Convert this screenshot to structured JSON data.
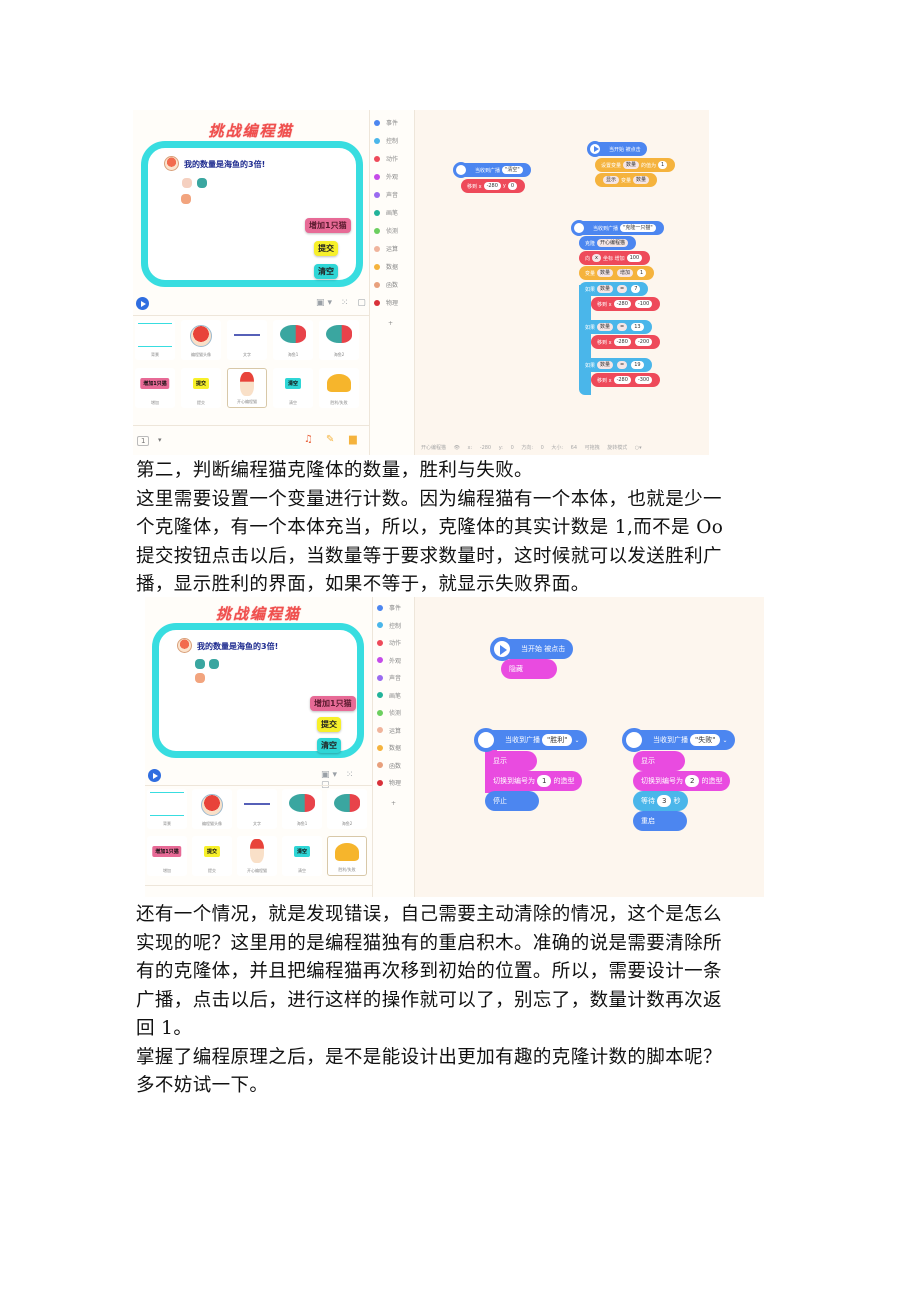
{
  "screenshot1": {
    "stage": {
      "title": "挑战编程猫",
      "prompt": "我的数量是海鱼的3倍!",
      "buttons": {
        "add": "增加1只猫",
        "submit": "提交",
        "clear": "清空"
      },
      "tools": "▣▾ ⁙ ▢"
    },
    "sprites": [
      {
        "label": "背景",
        "kind": "stage"
      },
      {
        "label": "编程猫头像",
        "kind": "avatar"
      },
      {
        "label": "文字",
        "kind": "text"
      },
      {
        "label": "海鱼1",
        "kind": "fish"
      },
      {
        "label": "海鱼2",
        "kind": "fish"
      },
      {
        "label": "增加",
        "kind": "pill-pink",
        "thumb": "增加1只猫"
      },
      {
        "label": "提交",
        "kind": "pill-yellow",
        "thumb": "提交"
      },
      {
        "label": "开心编程猫",
        "kind": "cat",
        "selected": true
      },
      {
        "label": "清空",
        "kind": "pill-cyan",
        "thumb": "清空"
      },
      {
        "label": "胜利/失败",
        "kind": "badge"
      }
    ],
    "footer": {
      "page": "1",
      "page_arrow": "▾"
    },
    "categories": [
      {
        "label": "事件",
        "color": "#4c86f0"
      },
      {
        "label": "控制",
        "color": "#4ab6ea"
      },
      {
        "label": "动作",
        "color": "#ee4a5a"
      },
      {
        "label": "外观",
        "color": "#c54be9"
      },
      {
        "label": "声音",
        "color": "#9a6bf0"
      },
      {
        "label": "画笔",
        "color": "#22b39a"
      },
      {
        "label": "侦测",
        "color": "#6ccf5f"
      },
      {
        "label": "运算",
        "color": "#f0b49c"
      },
      {
        "label": "数据",
        "color": "#f5b33d"
      },
      {
        "label": "函数",
        "color": "#e8a07c"
      },
      {
        "label": "物理",
        "color": "#d9313a"
      }
    ],
    "add_extension": "+",
    "status_bar": "开心编程猫 👁 x: -280 y: 0 方向: 0 大小: 64 可拖拽 旋转模式 ○▾",
    "scripts": {
      "clear_hat": {
        "label": "当收到广播",
        "value": "\"清空\""
      },
      "clear_move": {
        "label": "移到 x",
        "x": "-280",
        "ylabel": "y",
        "y": "0"
      },
      "start_hat": {
        "label": "当开始 被点击"
      },
      "start_set": {
        "label": "设置变量",
        "var": "数量",
        "mid": "的值为",
        "value": "1"
      },
      "start_show": {
        "label": "显示",
        "mid": "变量",
        "var": "数量"
      },
      "clone_hat": {
        "label": "当收到广播",
        "value": "\"克隆一只猫\""
      },
      "clone_clone": {
        "label": "克隆",
        "value": "开心编程猫"
      },
      "clone_move": {
        "label": "向",
        "dir": "x",
        "mid": "坐标 增加",
        "value": "100"
      },
      "clone_change": {
        "label": "变量",
        "var": "数量",
        "mid": "增加",
        "value": "1"
      },
      "if1": {
        "label": "如果",
        "var": "数量",
        "op": "=",
        "value": "7"
      },
      "if1_move": {
        "label": "移到 x",
        "x": "-280",
        "y": "-100"
      },
      "if2": {
        "label": "如果",
        "var": "数量",
        "op": "=",
        "value": "13"
      },
      "if2_move": {
        "label": "移到 x",
        "x": "-280",
        "y": "-200"
      },
      "if3": {
        "label": "如果",
        "var": "数量",
        "op": "=",
        "value": "19"
      },
      "if3_move": {
        "label": "移到 x",
        "x": "-280",
        "y": "-300"
      }
    }
  },
  "paragraph1": [
    "第二，判断编程猫克隆体的数量，胜利与失败。",
    "这里需要设置一个变量进行计数。因为编程猫有一个本体，也就是少一",
    "个克隆体，有一个本体充当，所以，克隆体的其实计数是 1,而不是 Oo",
    "提交按钮点击以后，当数量等于要求数量时，这时候就可以发送胜利广",
    "播，显示胜利的界面，如果不等于，就显示失败界面。"
  ],
  "screenshot2": {
    "stage": {
      "title": "挑战编程猫",
      "prompt": "我的数量是海鱼的3倍!",
      "buttons": {
        "add": "增加1只猫",
        "submit": "提交",
        "clear": "清空"
      },
      "tools": "▣▾ ⁙ ▢"
    },
    "sprites": [
      {
        "label": "背景",
        "kind": "stage"
      },
      {
        "label": "编程猫头像",
        "kind": "avatar"
      },
      {
        "label": "文字",
        "kind": "text"
      },
      {
        "label": "海鱼1",
        "kind": "fish"
      },
      {
        "label": "海鱼2",
        "kind": "fish"
      },
      {
        "label": "增加",
        "kind": "pill-pink",
        "thumb": "增加1只猫"
      },
      {
        "label": "提交",
        "kind": "pill-yellow",
        "thumb": "提交"
      },
      {
        "label": "开心编程猫",
        "kind": "cat"
      },
      {
        "label": "清空",
        "kind": "pill-cyan",
        "thumb": "清空"
      },
      {
        "label": "胜利/失败",
        "kind": "badge",
        "selected": true
      }
    ],
    "categories": [
      {
        "label": "事件",
        "color": "#4c86f0"
      },
      {
        "label": "控制",
        "color": "#4ab6ea"
      },
      {
        "label": "动作",
        "color": "#ee4a5a"
      },
      {
        "label": "外观",
        "color": "#c54be9"
      },
      {
        "label": "声音",
        "color": "#9a6bf0"
      },
      {
        "label": "画笔",
        "color": "#22b39a"
      },
      {
        "label": "侦测",
        "color": "#6ccf5f"
      },
      {
        "label": "运算",
        "color": "#f0b49c"
      },
      {
        "label": "数据",
        "color": "#f5b33d"
      },
      {
        "label": "函数",
        "color": "#e8a07c"
      },
      {
        "label": "物理",
        "color": "#d9313a"
      }
    ],
    "add_extension": "+",
    "scripts": {
      "start_hat": {
        "label": "当开始 被点击"
      },
      "start_hide": {
        "label": "隐藏"
      },
      "win_hat": {
        "label": "当收到广播",
        "value": "\"胜利\""
      },
      "win_show": {
        "label": "显示"
      },
      "win_costume": {
        "label": "切换到编号为",
        "value": "1",
        "suffix": "的造型"
      },
      "win_stop": {
        "label": "停止"
      },
      "lose_hat": {
        "label": "当收到广播",
        "value": "\"失败\""
      },
      "lose_show": {
        "label": "显示"
      },
      "lose_costume": {
        "label": "切换到编号为",
        "value": "2",
        "suffix": "的造型"
      },
      "lose_wait": {
        "label": "等待",
        "value": "3",
        "suffix": "秒"
      },
      "lose_restart": {
        "label": "重启"
      }
    }
  },
  "paragraph2": [
    "还有一个情况，就是发现错误，自己需要主动清除的情况，这个是怎么",
    "实现的呢？这里用的是编程猫独有的重启积木。准确的说是需要清除所",
    "有的克隆体，并且把编程猫再次移到初始的位置。所以，需要设计一条",
    "广播，点击以后，进行这样的操作就可以了，别忘了，数量计数再次返",
    "回 1。",
    "掌握了编程原理之后，是不是能设计出更加有趣的克隆计数的脚本呢？",
    "多不妨试一下。"
  ]
}
